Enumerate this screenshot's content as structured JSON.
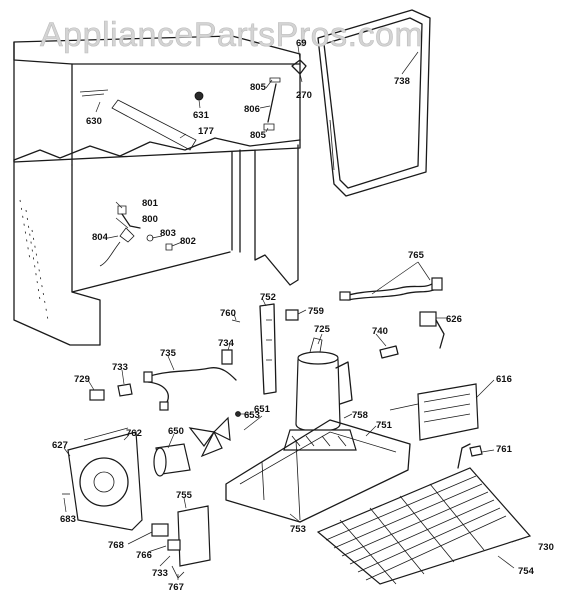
{
  "watermark": "AppliancePartsPros.com",
  "part_labels": {
    "l69": "69",
    "l738": "738",
    "l805a": "805",
    "l806": "806",
    "l805b": "805",
    "l270": "270",
    "l631": "631",
    "l630": "630",
    "l177": "177",
    "l801": "801",
    "l800": "800",
    "l803": "803",
    "l804": "804",
    "l802": "802",
    "l765": "765",
    "l752": "752",
    "l759": "759",
    "l760": "760",
    "l626": "626",
    "l725": "725",
    "l740": "740",
    "l735": "735",
    "l734": "734",
    "l733a": "733",
    "l729": "729",
    "l616": "616",
    "l651": "651",
    "l653": "653",
    "l758": "758",
    "l751": "751",
    "l627": "627",
    "l762": "762",
    "l650": "650",
    "l761": "761",
    "l683": "683",
    "l755": "755",
    "l753": "753",
    "l730": "730",
    "l768": "768",
    "l766": "766",
    "l733b": "733",
    "l767": "767",
    "l754": "754"
  }
}
